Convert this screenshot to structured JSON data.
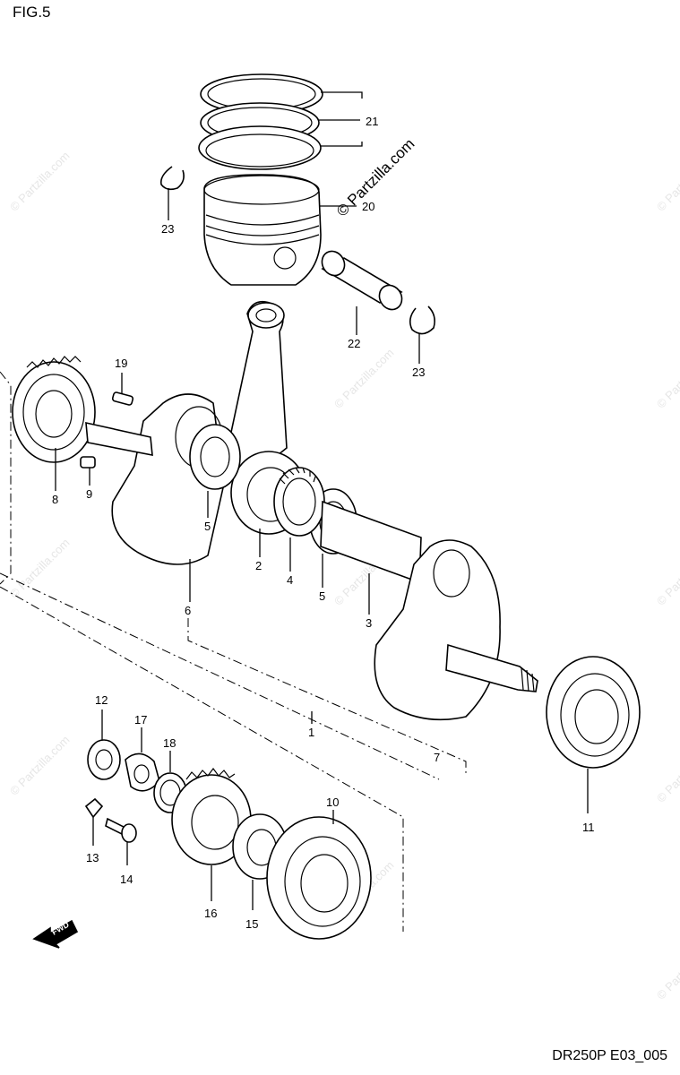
{
  "figure": {
    "title": "FIG.5",
    "drawing_code": "DR250P E03_005",
    "watermark_main": "© Partzilla.com",
    "watermark_faint": "© Partzilla.com",
    "fwd_label": "FWD"
  },
  "callouts": {
    "n1": "1",
    "n2": "2",
    "n3": "3",
    "n4": "4",
    "n5a": "5",
    "n5b": "5",
    "n6": "6",
    "n7": "7",
    "n8": "8",
    "n9": "9",
    "n10": "10",
    "n11": "11",
    "n12": "12",
    "n13": "13",
    "n14": "14",
    "n15": "15",
    "n16": "16",
    "n17": "17",
    "n18": "18",
    "n19": "19",
    "n20": "20",
    "n21": "21",
    "n22": "22",
    "n23a": "23",
    "n23b": "23"
  }
}
